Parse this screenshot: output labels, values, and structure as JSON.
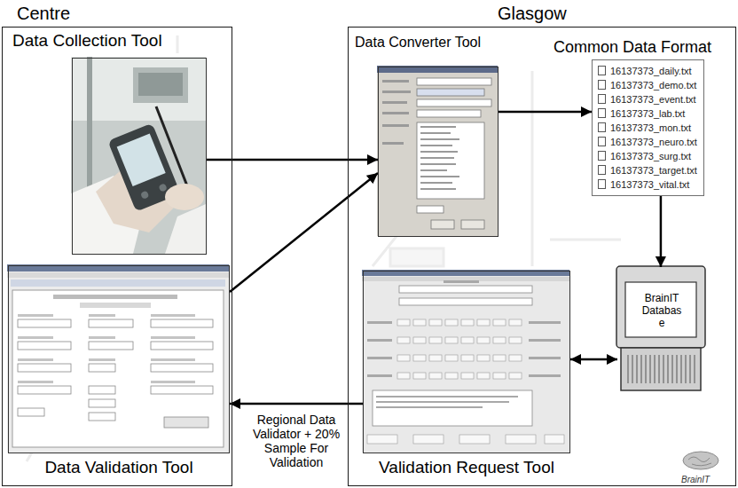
{
  "diagram": {
    "nodes": [
      {
        "text": [
          "Centre"
        ]
      },
      {
        "text": [
          "Data Collection Tool"
        ],
        "in": 0
      },
      {
        "text": [
          "Data Validation Tool"
        ],
        "in": 0
      },
      {
        "text": [
          "Glasgow"
        ]
      },
      {
        "text": [
          "Data Converter Tool"
        ],
        "in": 3
      },
      {
        "text": [
          "Common Data Format",
          "16137373_daily.txt",
          "16137373_demo.txt",
          "16137373_event.txt",
          "16137373_lab.txt",
          "16137373_mon.txt",
          "16137373_neuro.txt",
          "16137373_surg.txt",
          "16137373_target.txt",
          "16137373_vital.txt"
        ],
        "in": 3
      },
      {
        "text": [
          "BrainIT Databas e"
        ],
        "in": 3
      },
      {
        "text": [
          "Validation Request Tool"
        ],
        "in": 3
      }
    ],
    "edges": [
      {
        "from": 1,
        "to": 4,
        "arrow": "to"
      },
      {
        "from": 2,
        "to": 4,
        "arrow": "to"
      },
      {
        "from": 4,
        "to": 5,
        "arrow": "to"
      },
      {
        "from": 5,
        "to": 6,
        "arrow": "to"
      },
      {
        "from": 6,
        "to": 7,
        "arrow": "both"
      },
      {
        "from": 7,
        "to": 2,
        "arrow": "to",
        "label": "Regional Data Validator + 20% Sample For Validation"
      }
    ],
    "labels": [
      "BrainIT"
    ]
  }
}
